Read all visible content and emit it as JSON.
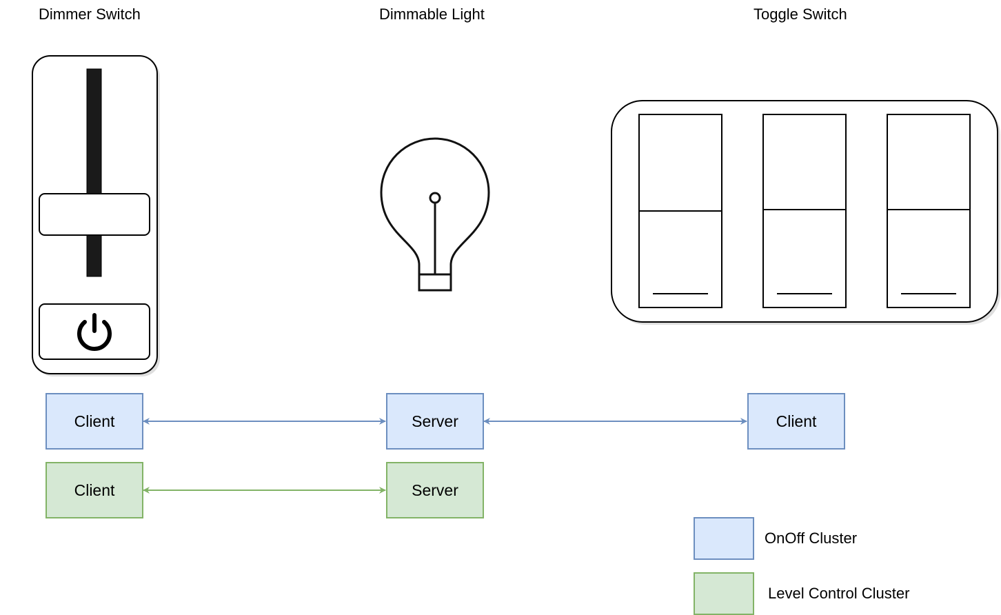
{
  "devices": {
    "dimmer_switch": "Dimmer Switch",
    "dimmable_light": "Dimmable Light",
    "toggle_switch": "Toggle Switch"
  },
  "nodes": {
    "dimmer_onoff": "Client",
    "dimmer_level": "Client",
    "light_onoff": "Server",
    "light_level": "Server",
    "toggle_onoff": "Client"
  },
  "legend": {
    "onoff": "OnOff Cluster",
    "level": "Level Control Cluster"
  },
  "colors": {
    "onoff_fill": "#dae8fc",
    "onoff_stroke": "#6c8ebf",
    "level_fill": "#d5e8d4",
    "level_stroke": "#82b366"
  },
  "icons": [
    "power-icon",
    "light-bulb-icon"
  ]
}
